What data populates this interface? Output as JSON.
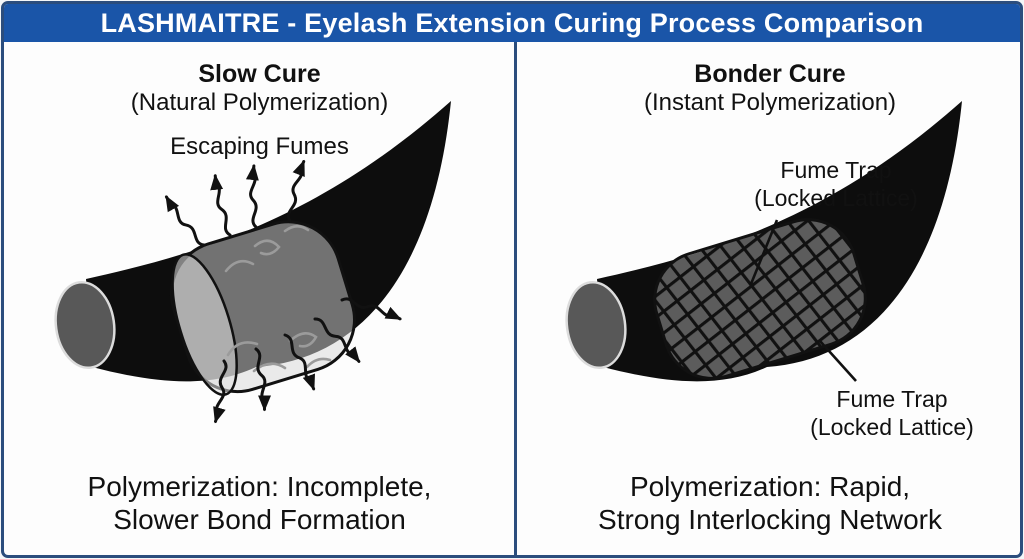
{
  "header": {
    "title": "LASHMAITRE - Eyelash Extension Curing Process Comparison"
  },
  "left_panel": {
    "title": "Slow Cure",
    "subtitle": "(Natural Polymerization)",
    "fumes_label": "Escaping Fumes",
    "caption_line1": "Polymerization: Incomplete,",
    "caption_line2": "Slower Bond Formation"
  },
  "right_panel": {
    "title": "Bonder Cure",
    "subtitle": "(Instant Polymerization)",
    "fume_trap_top": {
      "line1": "Fume Trap",
      "line2": "(Locked Lattice)"
    },
    "fume_trap_bottom": {
      "line1": "Fume Trap",
      "line2": "(Locked Lattice)"
    },
    "caption_line1": "Polymerization: Rapid,",
    "caption_line2": "Strong Interlocking Network"
  },
  "colors": {
    "header_bg": "#1a55a8",
    "header_text": "#ffffff",
    "frame": "#2b4d7d",
    "ink": "#111111",
    "lash_black": "#0d0d0d",
    "lash_cap_gray": "#585858",
    "sleeve_gray": "#e9e9e9"
  }
}
